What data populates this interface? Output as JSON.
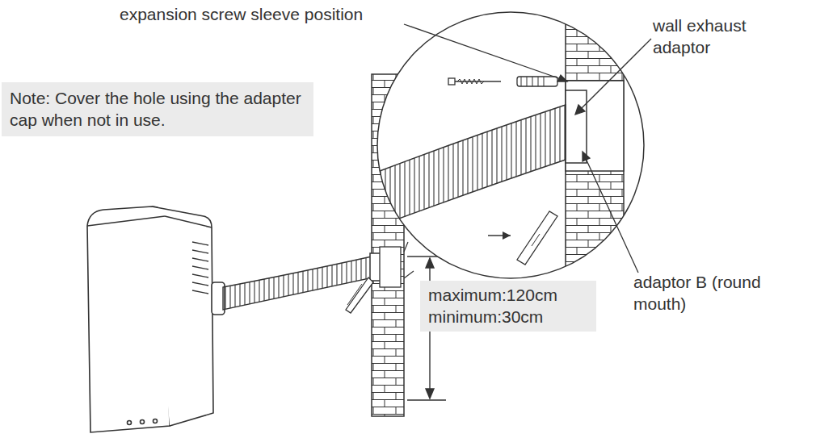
{
  "diagram": {
    "nodes": [
      {
        "text": [
          "Note: Cover the hole using the adapter cap when not in use."
        ]
      },
      {
        "text": [
          "maximum:120cm",
          "minimum:30cm"
        ]
      }
    ],
    "labels": [
      "expansion screw sleeve position",
      "wall exhaust adaptor",
      "adaptor B (round mouth)"
    ]
  }
}
